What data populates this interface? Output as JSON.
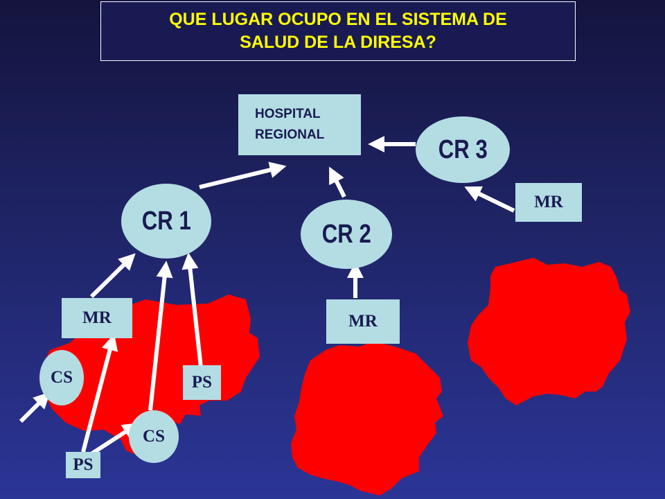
{
  "title": {
    "line1": "QUE LUGAR OCUPO EN EL SISTEMA DE",
    "line2": "SALUD DE LA DIRESA?"
  },
  "hospital": {
    "line1": "HOSPITAL",
    "line2": "REGIONAL"
  },
  "nodes": {
    "cr1": "CR 1",
    "cr2": "CR 2",
    "cr3": "CR 3",
    "mr_cr1": "MR",
    "mr_cr2": "MR",
    "mr_cr3": "MR",
    "cs_left": "CS",
    "cs_bottom": "CS",
    "ps_right": "PS",
    "ps_bottom": "PS"
  },
  "colors": {
    "background_top": "#14143e",
    "background_bottom": "#2b3596",
    "title_text": "#ffff00",
    "node_fill": "#b3dde3",
    "node_text": "#1a1a52",
    "region_fill": "#ff0000",
    "arrow": "#ffffff"
  }
}
